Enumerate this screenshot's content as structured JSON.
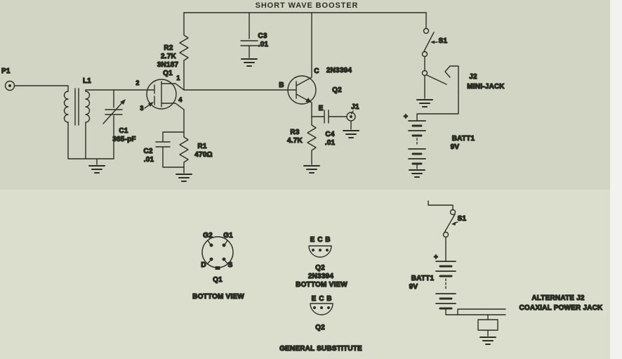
{
  "title": "SHORT WAVE BOOSTER",
  "colors": {
    "paper_top": "#d2d5c4",
    "paper_bottom": "#dbdecd",
    "ink": "#2b2e25"
  },
  "schematic": {
    "p1_label": "P1",
    "l1_label": "L1",
    "q1": {
      "pin2": "2",
      "pin3": "3",
      "pin1": "1",
      "pin4": "4",
      "part": "3N187",
      "ref": "Q1"
    },
    "r2": {
      "ref": "R2",
      "value": "2.7K"
    },
    "c1": {
      "ref": "C1",
      "value": "365-pF"
    },
    "c2": {
      "ref": "C2",
      "value": ".01"
    },
    "r1": {
      "ref": "R1",
      "value": "470Ω"
    },
    "c3": {
      "ref": "C3",
      "value": ".01"
    },
    "q2": {
      "base": "B",
      "collector": "C",
      "emitter": "E",
      "part": "2N3394",
      "ref": "Q2"
    },
    "r3": {
      "ref": "R3",
      "value": "4.7K"
    },
    "c4": {
      "ref": "C4",
      "value": ".01"
    },
    "j1_label": "J1",
    "s1_label": "S1",
    "j2": {
      "ref": "J2",
      "type": "MINI-JACK"
    },
    "batt1": {
      "plus": "+",
      "ref": "BATT1",
      "value": "9V"
    }
  },
  "details": {
    "q1_view": {
      "g2": "G2",
      "g1": "G1",
      "d": "D",
      "s": "S",
      "ref": "Q1",
      "caption": "BOTTOM VIEW"
    },
    "q2_view": {
      "e": "E",
      "c": "C",
      "b": "B",
      "ref": "Q2",
      "part": "2N3394",
      "caption": "BOTTOM VIEW"
    },
    "q2_substitute": {
      "e": "E",
      "c": "C",
      "b": "B",
      "ref": "Q2",
      "caption": "GENERAL SUBSTITUTE"
    },
    "alt_power": {
      "s1": "S1",
      "plus": "+",
      "batt_ref": "BATT1",
      "batt_value": "9V",
      "caption_line1": "ALTERNATE J2",
      "caption_line2": "COAXIAL POWER JACK"
    }
  }
}
